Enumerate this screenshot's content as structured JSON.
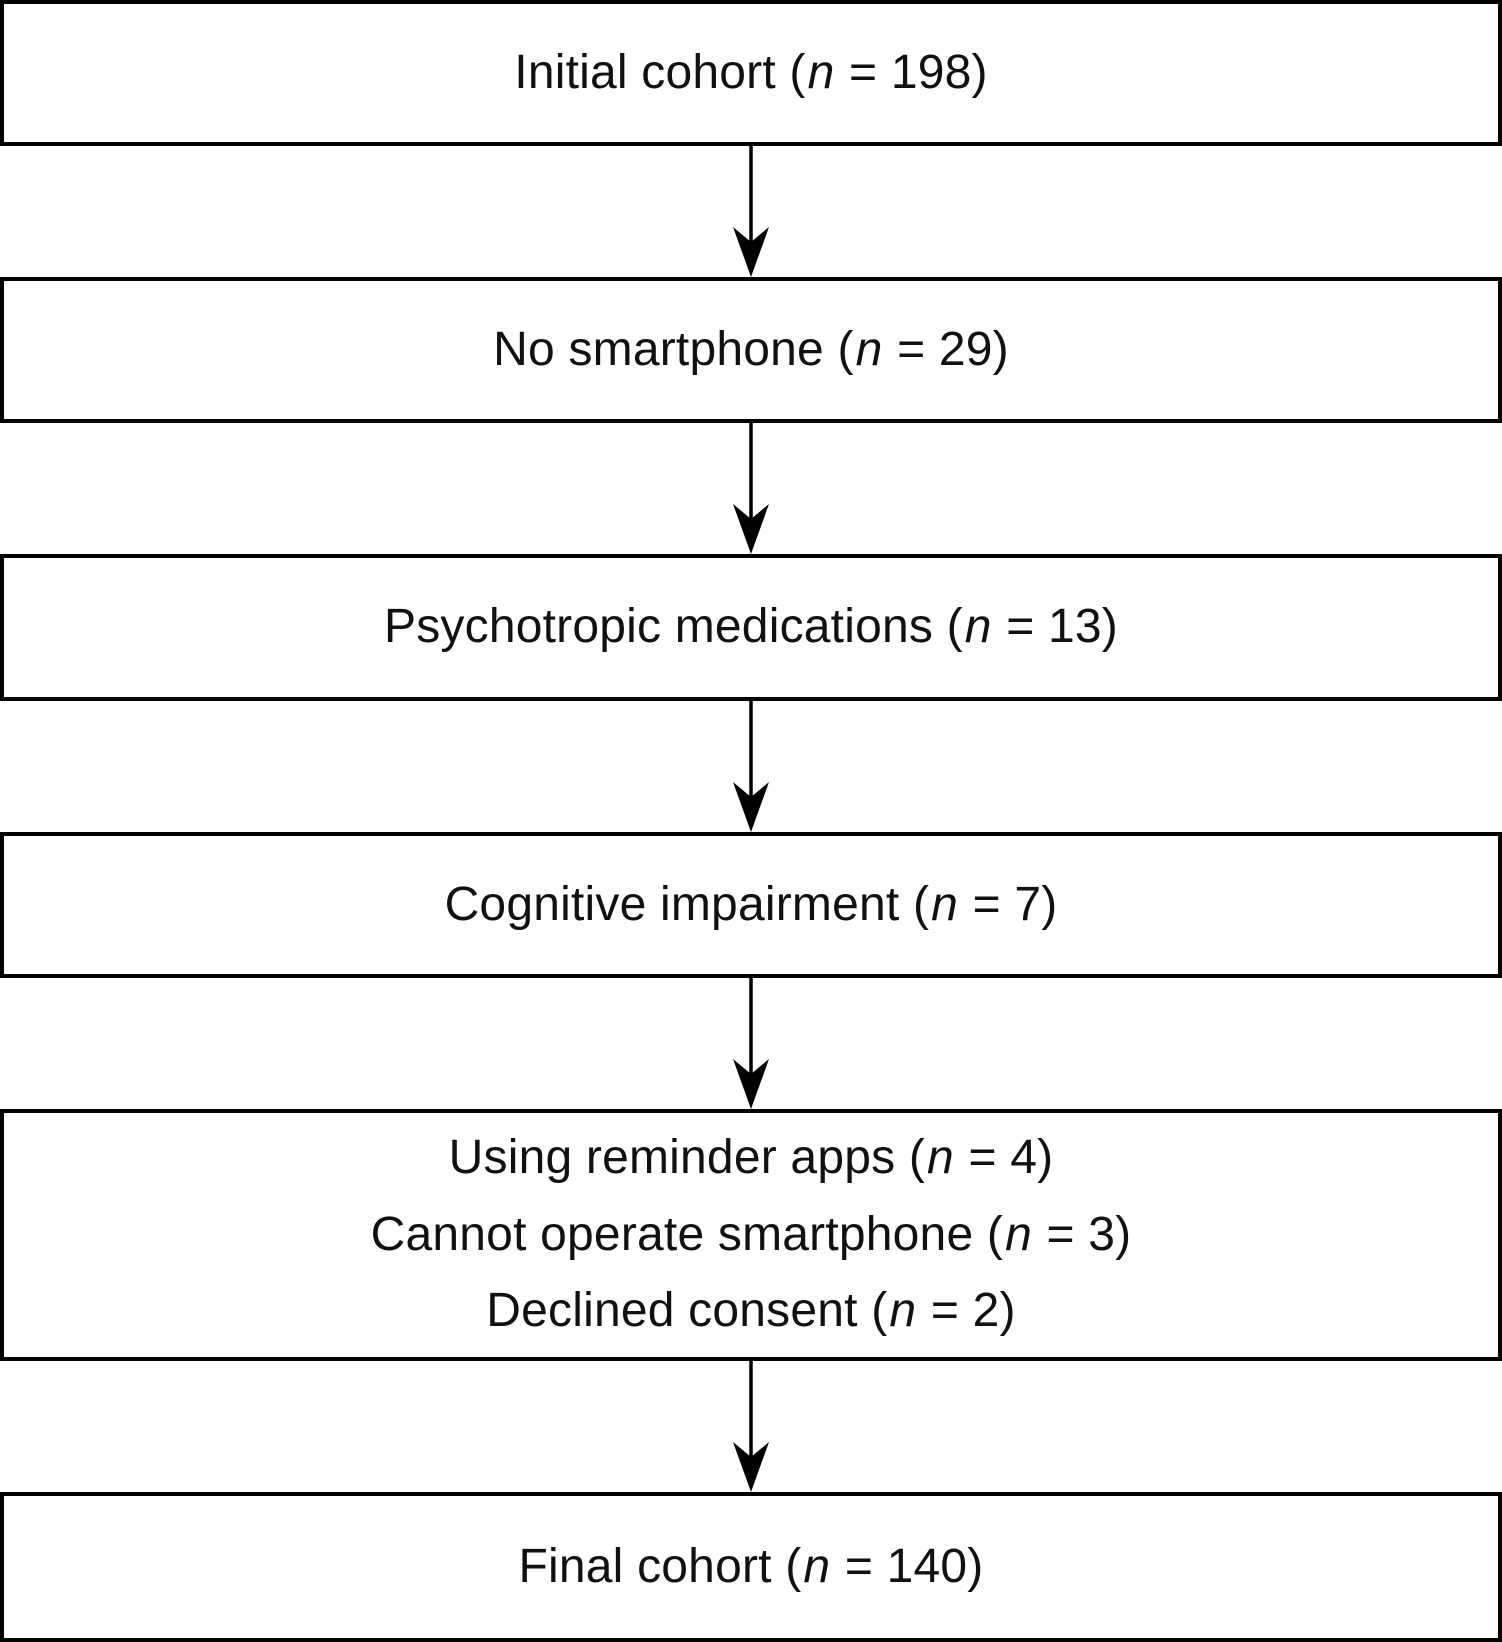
{
  "figure": {
    "type": "participant-flow-diagram",
    "background_color": "#ffffff",
    "box_border_color": "#000000",
    "text_color": "#111111",
    "arrow_color": "#000000",
    "nodes": [
      {
        "id": "initial-cohort",
        "lines": [
          {
            "pre": "Initial cohort (",
            "var": "n",
            "post": " = 198)"
          }
        ]
      },
      {
        "id": "no-smartphone",
        "lines": [
          {
            "pre": "No smartphone (",
            "var": "n",
            "post": " = 29)"
          }
        ]
      },
      {
        "id": "psychotropic-medications",
        "lines": [
          {
            "pre": "Psychotropic medications (",
            "var": "n",
            "post": " = 13)"
          }
        ]
      },
      {
        "id": "cognitive-impairment",
        "lines": [
          {
            "pre": "Cognitive impairment (",
            "var": "n",
            "post": " = 7)"
          }
        ]
      },
      {
        "id": "other-exclusions",
        "lines": [
          {
            "pre": "Using reminder apps (",
            "var": "n",
            "post": " = 4)"
          },
          {
            "pre": "Cannot operate smartphone (",
            "var": "n",
            "post": " = 3)"
          },
          {
            "pre": "Declined consent (",
            "var": "n",
            "post": " = 2)"
          }
        ]
      },
      {
        "id": "final-cohort",
        "lines": [
          {
            "pre": "Final cohort (",
            "var": "n",
            "post": " = 140)"
          }
        ]
      }
    ]
  }
}
